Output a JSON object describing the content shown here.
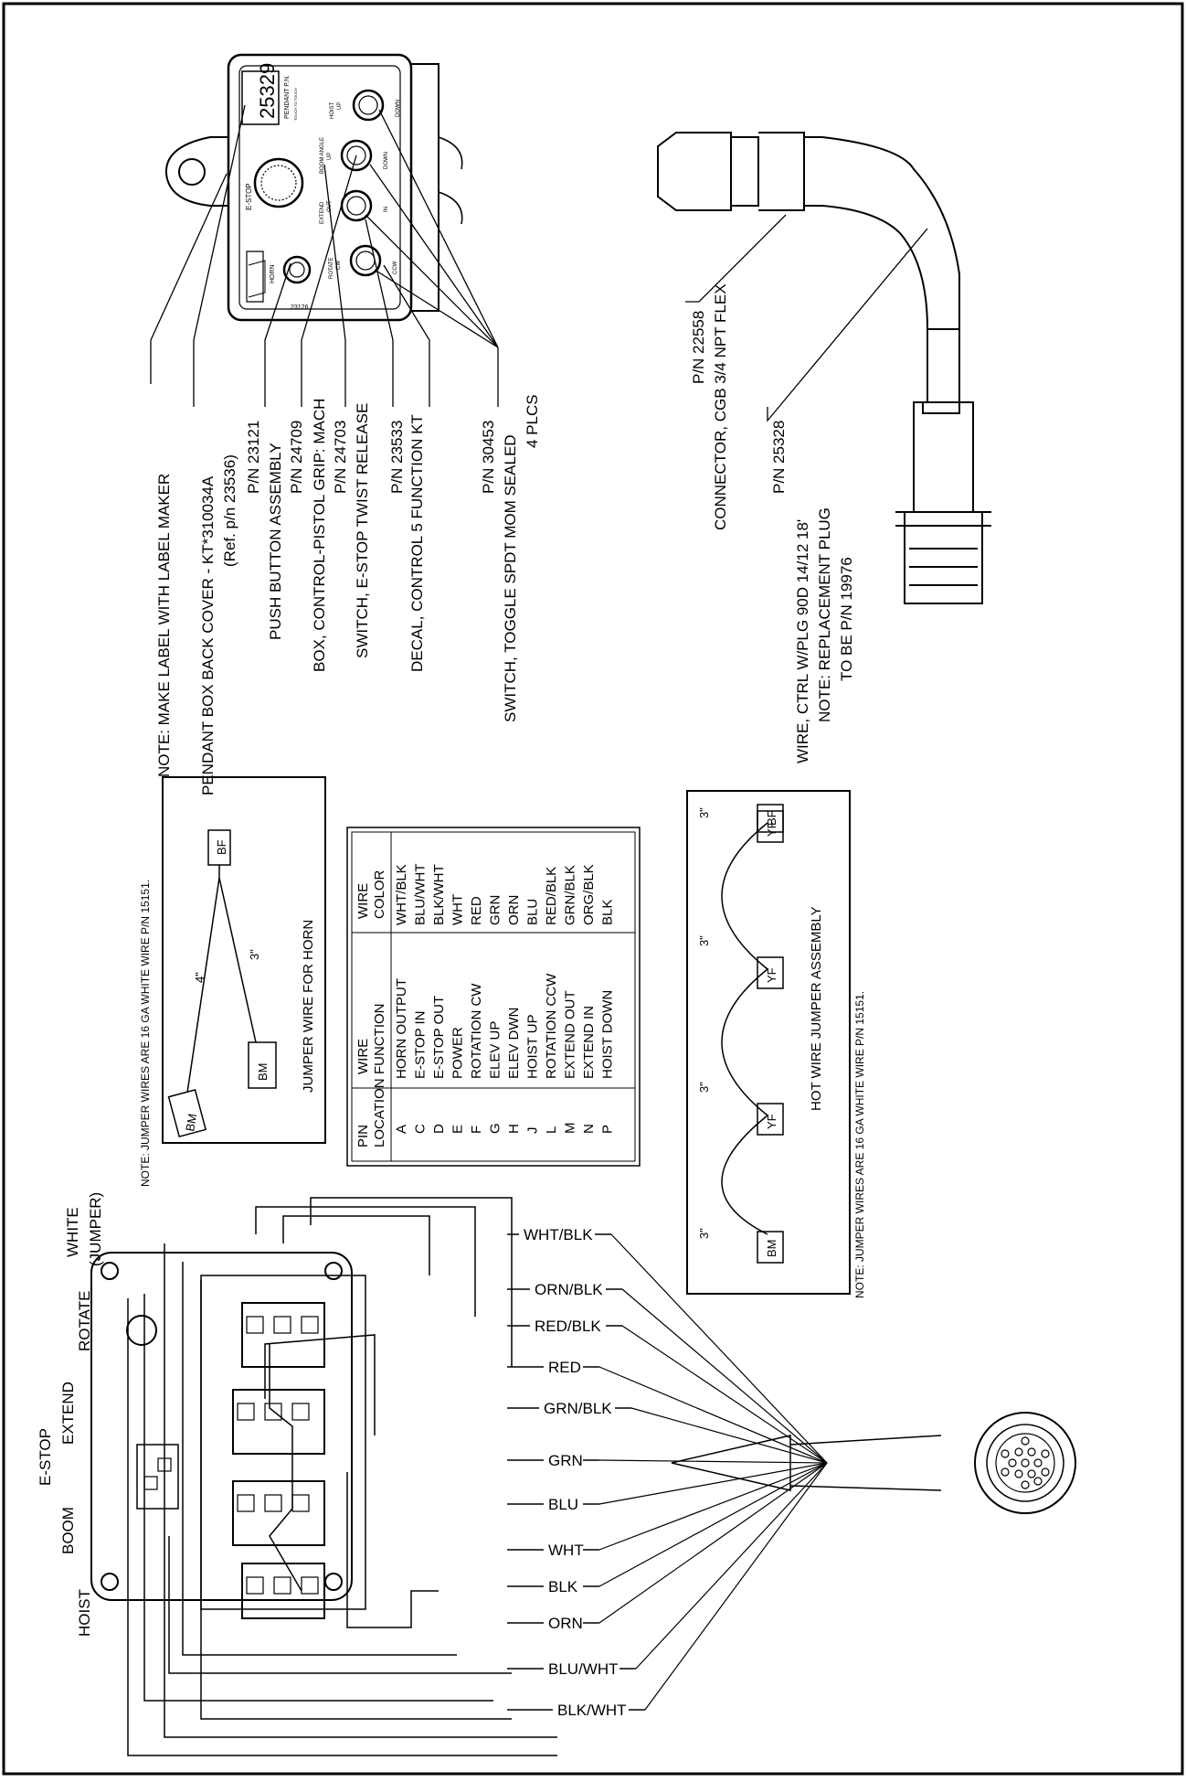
{
  "pendant": {
    "pn_number": "25329",
    "pn_caption": "PENDANT P.N.",
    "pn_subcaption": "TOUCH TO TOUCH",
    "model_number": "23126",
    "estop_label": "E-STOP",
    "horn_label": "HORN",
    "toggles": [
      {
        "label": "HOIST",
        "up": "UP",
        "down": "DOWN"
      },
      {
        "label": "BOOM ANGLE",
        "up": "UP",
        "down": "DOWN"
      },
      {
        "label": "EXTEND",
        "up": "OUT",
        "down": "IN"
      },
      {
        "label": "ROTATE",
        "up": "CW",
        "down": "CCW"
      }
    ]
  },
  "callouts": [
    "NOTE: MAKE LABEL WITH LABEL MAKER",
    "PENDANT BOX BACK COVER - KT*310034A",
    "(Ref. p/n  23536)",
    "P/N 23121",
    "PUSH BUTTON ASSEMBLY",
    "P/N 24709",
    "BOX, CONTROL-PISTOL GRIP: MACH",
    "P/N 24703",
    "SWITCH, E-STOP TWIST RELEASE",
    "P/N 23533",
    "DECAL, CONTROL 5 FUNCTION KT",
    "P/N 30453",
    "SWITCH, TOGGLE SPDT MOM SEALED",
    "4 PLCS",
    "P/N 22558",
    "CONNECTOR, CGB 3/4 NPT FLEX",
    "P/N 25328",
    "WIRE, CTRL W/PLG 90D 14/12 18'",
    "NOTE:  REPLACEMENT PLUG",
    "TO BE P/N  19976"
  ],
  "horn_jumper": {
    "note": "NOTE:  JUMPER WIRES ARE 16 GA WHITE WIRE P/N 15151.",
    "title": "JUMPER  WIRE FOR HORN",
    "len_a": "4\"",
    "len_b": "3\"",
    "end_bf": "BF",
    "end_bm": "BM"
  },
  "pin_table": {
    "headers": [
      "PIN\nLOCATION",
      "WIRE\nFUNCTION",
      "WIRE\nCOLOR"
    ],
    "rows": [
      [
        "A",
        "HORN OUTPUT",
        "WHT/BLK"
      ],
      [
        "C",
        "E-STOP IN",
        "BLU/WHT"
      ],
      [
        "D",
        "E-STOP OUT",
        "BLK/WHT"
      ],
      [
        "E",
        "POWER",
        "WHT"
      ],
      [
        "F",
        "ROTATION CW",
        "RED"
      ],
      [
        "G",
        "ELEV UP",
        "GRN"
      ],
      [
        "H",
        "ELEV DWN",
        "ORN"
      ],
      [
        "J",
        "HOIST UP",
        "BLU"
      ],
      [
        "L",
        "ROTATION CCW",
        "RED/BLK"
      ],
      [
        "M",
        "EXTEND OUT",
        "GRN/BLK"
      ],
      [
        "N",
        "EXTEND IN",
        "ORG/BLK"
      ],
      [
        "P",
        "HOIST DOWN",
        "BLK"
      ]
    ]
  },
  "hot_jumper": {
    "title": "HOT WIRE JUMPER ASSEMBLY",
    "note": "NOTE:  JUMPER WIRES ARE 16 GA WHITE WIRE P/N 15151.",
    "lengths": [
      "3\"",
      "3\"",
      "3\"",
      "3\""
    ],
    "ends": [
      "BM",
      "YF",
      "YF",
      "YF",
      "BF"
    ]
  },
  "wiring": {
    "side_labels": [
      "WHITE",
      "(JUMPER)",
      "ROTATE",
      "E-STOP",
      "EXTEND",
      "BOOM",
      "HOIST"
    ],
    "wire_labels": [
      "WHT/BLK",
      "ORN/BLK",
      "RED/BLK",
      "RED",
      "GRN/BLK",
      "GRN",
      "BLU",
      "WHT",
      "BLK",
      "ORN",
      "BLU/WHT",
      "BLK/WHT"
    ]
  }
}
